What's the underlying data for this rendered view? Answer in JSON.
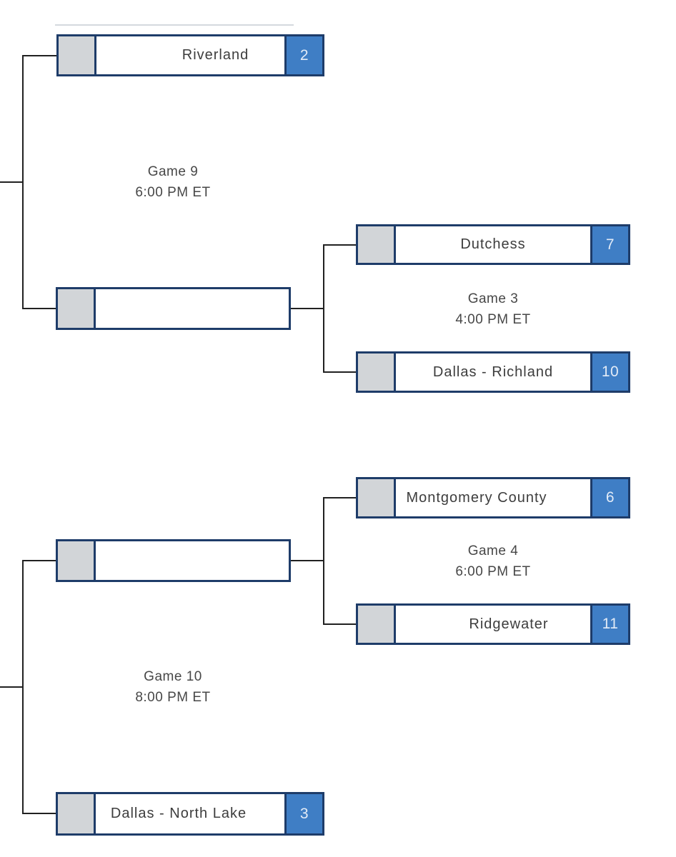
{
  "games": [
    {
      "label": "Game 9",
      "time": "6:00 PM ET"
    },
    {
      "label": "Game 3",
      "time": "4:00 PM ET"
    },
    {
      "label": "Game 4",
      "time": "6:00 PM ET"
    },
    {
      "label": "Game 10",
      "time": "8:00 PM ET"
    }
  ],
  "teams": {
    "riverland": {
      "name": "Riverland",
      "seed": "2"
    },
    "dutchess": {
      "name": "Dutchess",
      "seed": "7"
    },
    "dallas_richland": {
      "name": "Dallas - Richland",
      "seed": "10"
    },
    "montgomery_county": {
      "name": "Montgomery County",
      "seed": "6"
    },
    "ridgewater": {
      "name": "Ridgewater",
      "seed": "11"
    },
    "dallas_north_lake": {
      "name": "Dallas - North Lake",
      "seed": "3"
    }
  },
  "colors": {
    "seed_background": "#3f7ec5",
    "box_border": "#1e3c69",
    "logo_placeholder": "#d2d5d8",
    "connector": "#212121",
    "team_text": "#3d3d3d",
    "game_text": "#474747"
  }
}
